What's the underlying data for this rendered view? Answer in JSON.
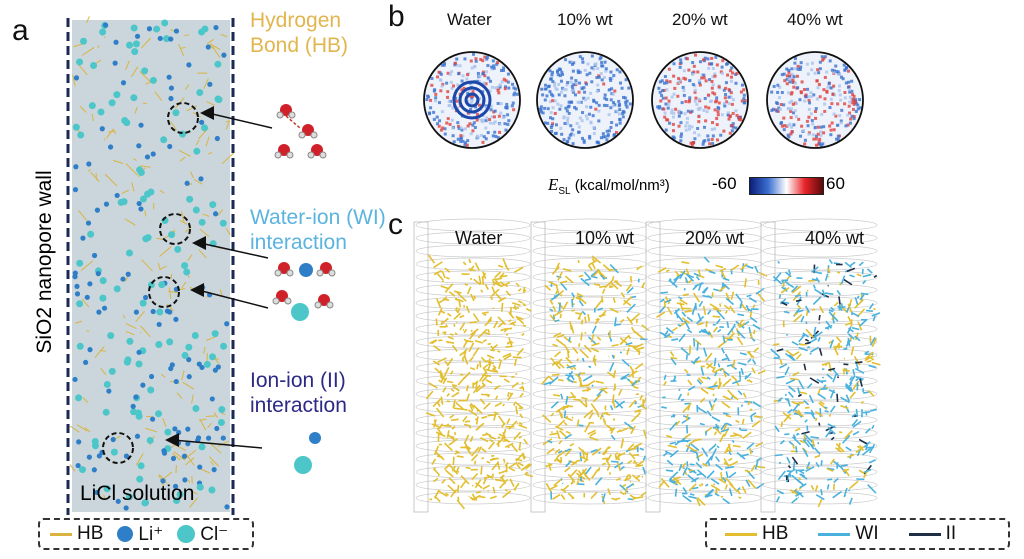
{
  "panel_a": {
    "label": "a",
    "wall_label": "SiO2 nanopore wall",
    "solution_label": "LiCl solution",
    "annotations": [
      {
        "line1": "Hydrogen",
        "line2": "Bond (HB)",
        "color": "#e2b54e"
      },
      {
        "line1": "Water-ion (WI)",
        "line2": "interaction",
        "color": "#5bb3e0"
      },
      {
        "line1": "Ion-ion (II)",
        "line2": "interaction",
        "color": "#2c2a86"
      }
    ],
    "legend": [
      {
        "label": "HB",
        "color": "#d9b441"
      },
      {
        "label": "Li⁺",
        "color": "#2f7fc8"
      },
      {
        "label": "Cl⁻",
        "color": "#4cc6c8"
      }
    ]
  },
  "panel_b": {
    "label": "b",
    "maps": [
      "Water",
      "10% wt",
      "20% wt",
      "40% wt"
    ],
    "colorbar": {
      "quantity": "E",
      "subscript": "SL",
      "unit": " (kcal/mol/nm³)",
      "min": "-60",
      "max": "60"
    }
  },
  "panel_c": {
    "label": "c",
    "titles": [
      "Water",
      "10% wt",
      "20% wt",
      "40% wt"
    ],
    "legend": [
      {
        "label": "HB",
        "color": "#e3be2e"
      },
      {
        "label": "WI",
        "color": "#49b1de"
      },
      {
        "label": "II",
        "color": "#1e2e45"
      }
    ]
  }
}
